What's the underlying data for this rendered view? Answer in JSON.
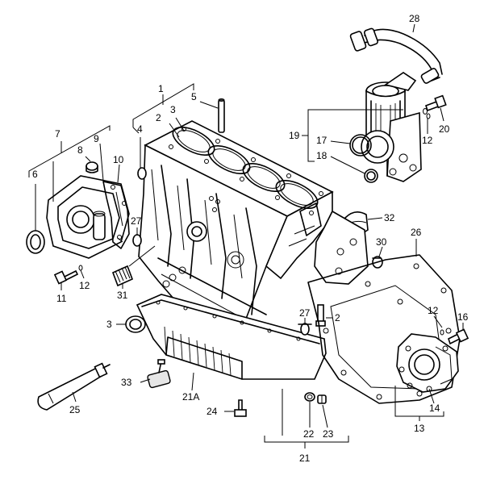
{
  "labels": {
    "l1": "1",
    "l2": "2",
    "l2b": "2",
    "l3": "3",
    "l3b": "3",
    "l4": "4",
    "l5": "5",
    "l6": "6",
    "l7": "7",
    "l8": "8",
    "l9": "9",
    "l10": "10",
    "l11": "11",
    "l12a": "12",
    "l12b": "12",
    "l12c": "12",
    "l13": "13",
    "l14": "14",
    "l16": "16",
    "l17": "17",
    "l18": "18",
    "l19": "19",
    "l20": "20",
    "l21": "21",
    "l21a": "21A",
    "l22": "22",
    "l23": "23",
    "l24": "24",
    "l25": "25",
    "l26": "26",
    "l27a": "27",
    "l27b": "27",
    "l28": "28",
    "l30": "30",
    "l31": "31",
    "l32": "32",
    "l33": "33"
  },
  "colors": {
    "line": "#000000",
    "background": "#ffffff"
  }
}
